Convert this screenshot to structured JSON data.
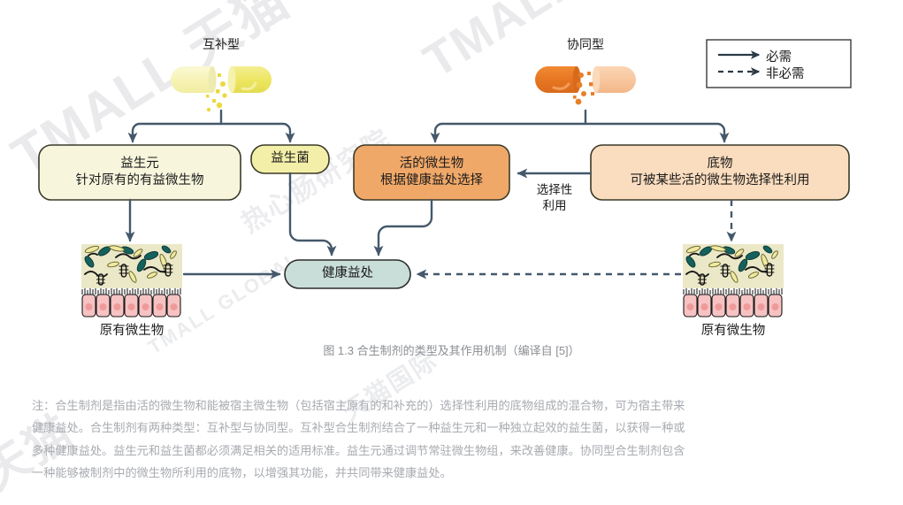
{
  "figure": {
    "caption": "图 1.3 合生制剂的类型及其作用机制（编译自 [5]）"
  },
  "types": {
    "complementary": {
      "label": "互补型",
      "capsule_color": "#efe87a",
      "capsule_color_light": "#f6f3b4"
    },
    "synergistic": {
      "label": "协同型",
      "capsule_color": "#e8802a",
      "capsule_color_light": "#f6c79b"
    }
  },
  "nodes": {
    "prebiotic": {
      "lines": [
        "益生元",
        "针对原有的有益微生物"
      ],
      "fill": "#f7f6dd",
      "stroke": "#3a3a28"
    },
    "probiotic": {
      "lines": [
        "益生菌"
      ],
      "fill": "#f4efa8",
      "stroke": "#3a3a28"
    },
    "live_microbe": {
      "lines": [
        "活的微生物",
        "根据健康益处选择"
      ],
      "fill": "#f0a868",
      "stroke": "#3a3a28"
    },
    "substrate": {
      "lines": [
        "底物",
        "可被某些活的微生物选择性利用"
      ],
      "fill": "#fadcbe",
      "stroke": "#3a3a28"
    },
    "health": {
      "lines": [
        "健康益处"
      ],
      "fill": "#c9ded8",
      "stroke": "#2b2b2b"
    }
  },
  "edge_labels": {
    "selective_use": [
      "选择性",
      "利用"
    ]
  },
  "microbiota": {
    "left_label": "原有微生物",
    "right_label": "原有微生物",
    "bg": "#ebe8c8",
    "cell": "#f7c2c2",
    "nucleus": "#ef9a9a"
  },
  "legend": {
    "required": "必需",
    "not_required": "非必需"
  },
  "note": {
    "lines": [
      "注：合生制剂是指由活的微生物和能被宿主微生物（包括宿主原有的和补充的）选择性利用的底物组成的混合物，可为宿主带来",
      "健康益处。合生制剂有两种类型：互补型与协同型。互补型合生制剂结合了一种益生元和一种独立起效的益生菌，以获得一种或",
      "多种健康益处。益生元和益生菌都必须满足相关的适用标准。益生元通过调节常驻微生物组，来改善健康。协同型合生制剂包含",
      "一种能够被制剂中的微生物所利用的底物，以增强其功能，并共同带来健康益处。"
    ]
  },
  "watermarks": {
    "a": "TMALL 天猫",
    "b": "TMALL",
    "c": "热心肠研究院",
    "d": "TMALL GLOBAL",
    "e": "天猫",
    "f": "天猫国际"
  },
  "colors": {
    "arrow": "#44586a",
    "text": "#1b1b1b",
    "note_text": "#a8abb0",
    "caption_text": "#8b8e93"
  }
}
